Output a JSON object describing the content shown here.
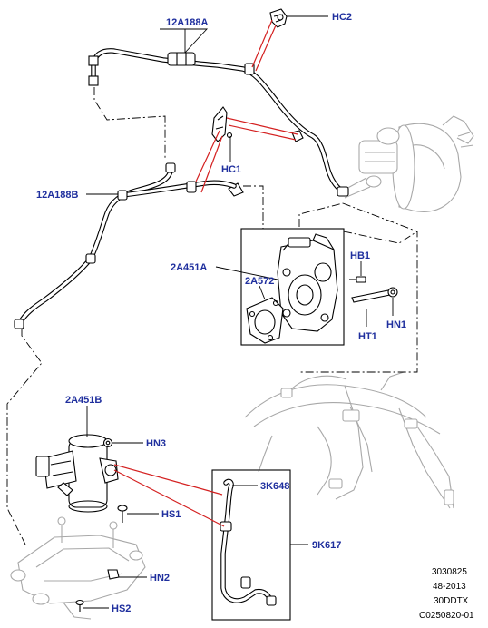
{
  "callouts": {
    "hose_upper": "12A188A",
    "hose_lower": "12A188B",
    "clip_hc2": "HC2",
    "clip_hc1": "HC1",
    "pump_mech": "2A451A",
    "gasket": "2A572",
    "bolt_hb1": "HB1",
    "stud_ht1": "HT1",
    "nut_hn1": "HN1",
    "pump_elec": "2A451B",
    "nut_hn3": "HN3",
    "screw_hs1": "HS1",
    "nut_hn2": "HN2",
    "screw_hs2": "HS2",
    "sensor_3k648": "3K648",
    "pipe_9k617": "9K617"
  },
  "reference": {
    "line1": "3030825",
    "line2": "48-2013",
    "line3": "30DDTX",
    "line4": "C0250820-01"
  },
  "colors": {
    "callout_text": "#1f2f9e",
    "leader_red": "#d42020",
    "ghost_gray": "#a8a8a8"
  }
}
